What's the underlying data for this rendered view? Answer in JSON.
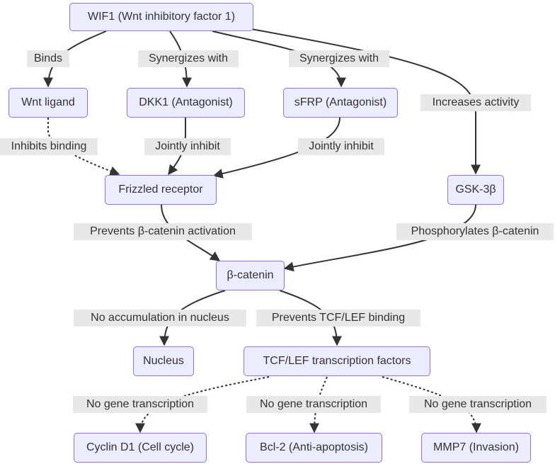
{
  "nodes": {
    "wif1": "WIF1 (Wnt inhibitory factor 1)",
    "wnt": "Wnt ligand",
    "dkk1": "DKK1 (Antagonist)",
    "sfrp": "sFRP (Antagonist)",
    "frizzled": "Frizzled receptor",
    "gsk3b": "GSK-3β",
    "bcatenin": "β-catenin",
    "nucleus": "Nucleus",
    "tcflef": "TCF/LEF transcription factors",
    "cyclin": "Cyclin D1 (Cell cycle)",
    "bcl2": "Bcl-2 (Anti-apoptosis)",
    "mmp7": "MMP7 (Invasion)"
  },
  "edges": {
    "binds": "Binds",
    "synergizes_dkk1": "Synergizes with",
    "synergizes_sfrp": "Synergizes with",
    "increases_activity": "Increases activity",
    "inhibits_binding": "Inhibits binding",
    "jointly_dkk1": "Jointly inhibit",
    "jointly_sfrp": "Jointly inhibit",
    "prevents_activation": "Prevents β-catenin activation",
    "phosphorylates": "Phosphorylates β-catenin",
    "no_accumulation": "No accumulation in nucleus",
    "prevents_tcf": "Prevents TCF/LEF binding",
    "no_tx_cyclin": "No gene transcription",
    "no_tx_bcl2": "No gene transcription",
    "no_tx_mmp7": "No gene transcription"
  },
  "colors": {
    "node_fill": "#ececff",
    "node_border": "#9370db",
    "edge": "#333333",
    "label_bg": "#e8e8e8"
  }
}
